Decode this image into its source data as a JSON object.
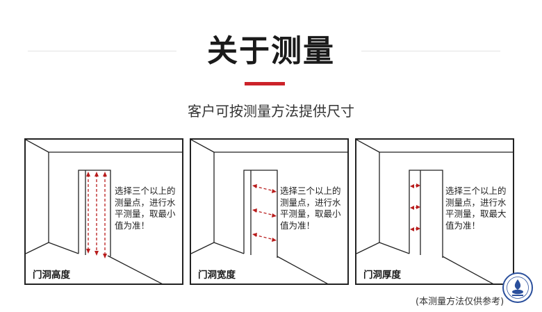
{
  "header": {
    "title": "关于测量",
    "subtitle": "客户可按测量方法提供尺寸"
  },
  "colors": {
    "accent": "#cc2229",
    "guide": "#b81c1c",
    "line": "#222222"
  },
  "panels": [
    {
      "label": "门洞高度",
      "note": "选择三个以上的\n测量点，进行水\n平测量，取最小\n值为准！"
    },
    {
      "label": "门洞宽度",
      "note": "选择三个以上的\n测量点，进行水\n平测量，取最小\n值为准！"
    },
    {
      "label": "门洞厚度",
      "note": "选择三个以上的\n测量点，进行水\n平测量，取最大\n值为准！"
    }
  ],
  "footnote": "(本测量方法仅供参考)"
}
